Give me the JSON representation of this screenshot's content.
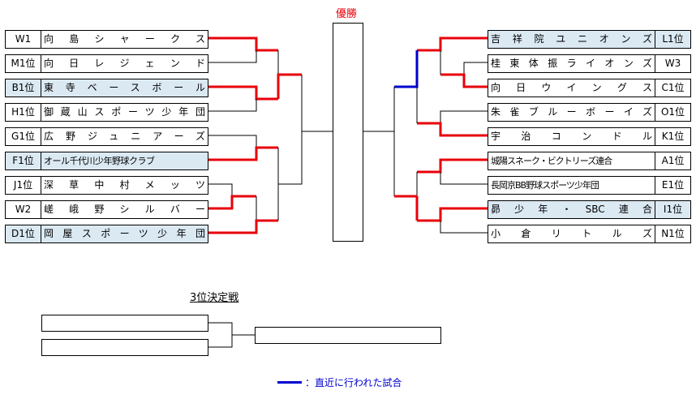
{
  "title": "優勝",
  "left_teams": [
    {
      "seed": "W1",
      "name": "向島シャークス",
      "hl": false,
      "fmt": "spread"
    },
    {
      "seed": "M1位",
      "name": "向日レジェンド",
      "hl": false,
      "fmt": "spread"
    },
    {
      "seed": "B1位",
      "name": "東寺ベースボール",
      "hl": true,
      "fmt": "spread"
    },
    {
      "seed": "H1位",
      "name": "御蔵山スポーツ少年団",
      "hl": false,
      "fmt": "spread"
    },
    {
      "seed": "G1位",
      "name": "広野ジュニアーズ",
      "hl": false,
      "fmt": "spread"
    },
    {
      "seed": "F1位",
      "name": "オール千代川少年野球クラブ",
      "hl": true,
      "fmt": "condensed"
    },
    {
      "seed": "J1位",
      "name": "深草中村メッツ",
      "hl": false,
      "fmt": "spread"
    },
    {
      "seed": "W2",
      "name": "嵯峨野シルバー",
      "hl": false,
      "fmt": "spread"
    },
    {
      "seed": "D1位",
      "name": "岡屋スポーツ少年団",
      "hl": true,
      "fmt": "spread"
    }
  ],
  "right_teams": [
    {
      "seed": "L1位",
      "name": "吉祥院ユニオンズ",
      "hl": true,
      "fmt": "spread"
    },
    {
      "seed": "W3",
      "name": "桂東体振ライオンズ",
      "hl": false,
      "fmt": "spread"
    },
    {
      "seed": "C1位",
      "name": "向日ウイングス",
      "hl": false,
      "fmt": "spread"
    },
    {
      "seed": "O1位",
      "name": "朱雀ブルーボーイズ",
      "hl": false,
      "fmt": "spread"
    },
    {
      "seed": "K1位",
      "name": "宇治コンドル",
      "hl": false,
      "fmt": "spread"
    },
    {
      "seed": "A1位",
      "name": "城陽スネーク・ビクトリーズ連合",
      "hl": false,
      "fmt": "tight"
    },
    {
      "seed": "E1位",
      "name": "長岡京BB野球スポーツ少年団",
      "hl": false,
      "fmt": "tight"
    },
    {
      "seed": "I1位",
      "name": "昴少年・SBC連合",
      "hl": true,
      "fmt": "spread"
    },
    {
      "seed": "N1位",
      "name": "小倉リトルズ",
      "hl": false,
      "fmt": "spread"
    }
  ],
  "third_place_title": "3位決定戦",
  "legend": {
    "text": "：直近に行われた試合",
    "color": "#0000d0"
  },
  "colors": {
    "winner_line": "#e8000b",
    "recent_line": "#0000d0",
    "normal_line": "#000000",
    "highlight_bg": "#dbe9f3"
  }
}
